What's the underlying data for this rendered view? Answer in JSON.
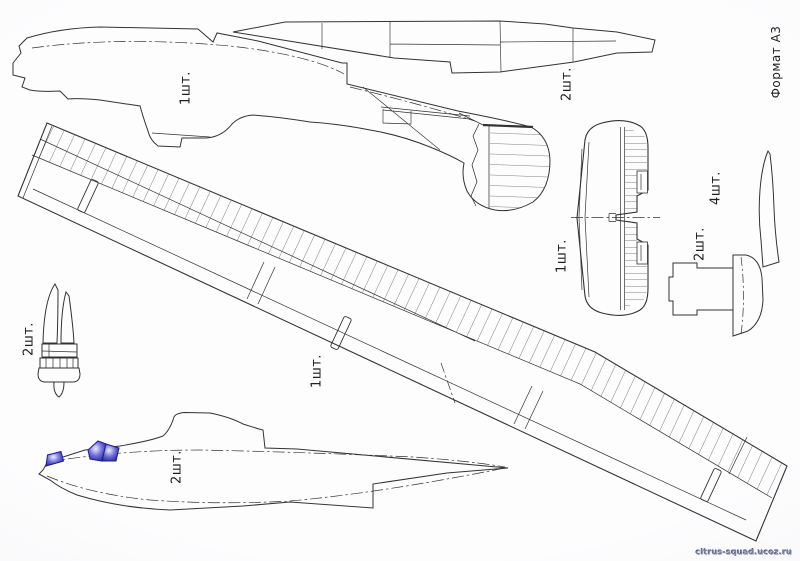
{
  "page": {
    "format_note": "Формат А3",
    "watermark": "citrus-squad.ucoz.ru",
    "watermark_color": "#7b82a6",
    "line_color": "#333333",
    "background": "#fbfbfd"
  },
  "parts": {
    "fuselage_keel": {
      "qty": "1шт."
    },
    "outer_wing_panel": {
      "qty": "2шт."
    },
    "main_wing": {
      "qty": "1шт."
    },
    "horizontal_stabilizer": {
      "qty": "1шт."
    },
    "tip_blade": {
      "qty": "4шт."
    },
    "flanged_plug": {
      "qty": "2шт."
    },
    "drop_tank": {
      "qty": "2шт."
    },
    "fuselage_side": {
      "qty": "2шт."
    }
  },
  "canopy": {
    "edge": "#1c1c96",
    "mid": "#6a6ad8",
    "light": "#eeeefc"
  }
}
